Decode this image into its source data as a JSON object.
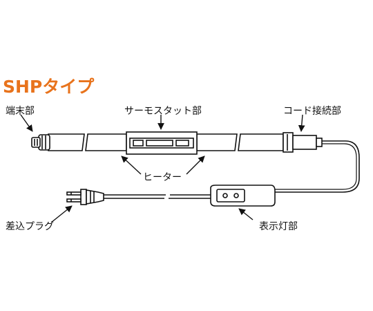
{
  "title": "SHPタイプ",
  "labels": {
    "tip_end": "端末部",
    "thermostat": "サーモスタット部",
    "cord_connection": "コード接続部",
    "heater": "ヒーター",
    "plug": "差込プラグ",
    "indicator": "表示灯部"
  },
  "colors": {
    "title": "#e8731c",
    "line": "#111111"
  }
}
